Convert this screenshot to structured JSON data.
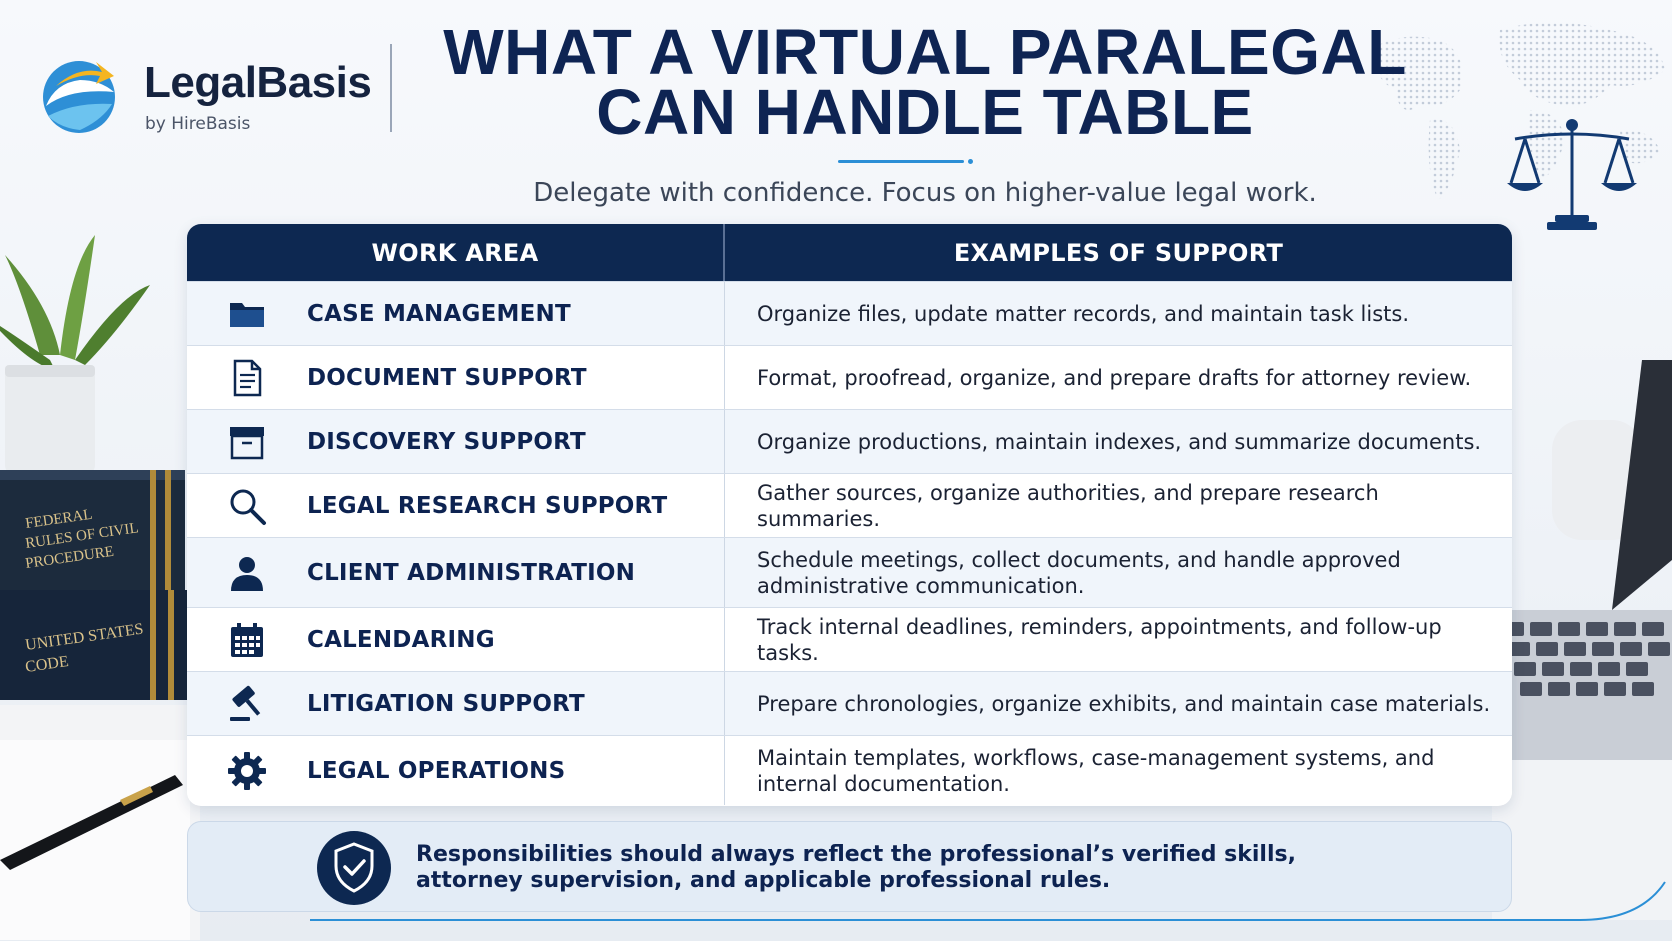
{
  "brand": {
    "name": "LegalBasis",
    "sub": "by HireBasis"
  },
  "title": {
    "line1": "WHAT A VIRTUAL PARALEGAL",
    "line2": "CAN HANDLE TABLE"
  },
  "subtitle": "Delegate with confidence. Focus on higher-value legal work.",
  "table": {
    "headers": [
      "WORK AREA",
      "EXAMPLES OF SUPPORT"
    ],
    "rows": [
      {
        "icon": "folder-icon",
        "area": "CASE MANAGEMENT",
        "example": "Organize files, update matter records, and maintain task lists."
      },
      {
        "icon": "document-icon",
        "area": "DOCUMENT SUPPORT",
        "example": "Format, proofread, organize, and prepare drafts for attorney review."
      },
      {
        "icon": "archive-box-icon",
        "area": "DISCOVERY SUPPORT",
        "example": "Organize productions, maintain indexes, and summarize documents."
      },
      {
        "icon": "magnifier-icon",
        "area": "LEGAL RESEARCH SUPPORT",
        "example": "Gather sources, organize authorities, and prepare research summaries."
      },
      {
        "icon": "person-icon",
        "area": "CLIENT ADMINISTRATION",
        "example": "Schedule meetings, collect documents, and handle approved administrative communication."
      },
      {
        "icon": "calendar-icon",
        "area": "CALENDARING",
        "example": "Track internal deadlines, reminders, appointments, and follow-up tasks."
      },
      {
        "icon": "gavel-icon",
        "area": "LITIGATION SUPPORT",
        "example": "Prepare chronologies, organize exhibits, and maintain case materials."
      },
      {
        "icon": "gear-icon",
        "area": "LEGAL OPERATIONS",
        "example": "Maintain templates, workflows, case-management systems, and internal documentation."
      }
    ]
  },
  "note": {
    "line1": "Responsibilities should always reflect the professional’s verified skills,",
    "line2": "attorney supervision, and applicable professional rules."
  },
  "background": {
    "book1_lines": [
      "FEDERAL",
      "RULES OF CIVIL",
      "PROCEDURE"
    ],
    "book2_lines": [
      "UNITED STATES",
      "CODE"
    ]
  },
  "colors": {
    "navy": "#0d2851",
    "accent": "#2b8fd6",
    "row_alt": "#f0f5fb"
  }
}
